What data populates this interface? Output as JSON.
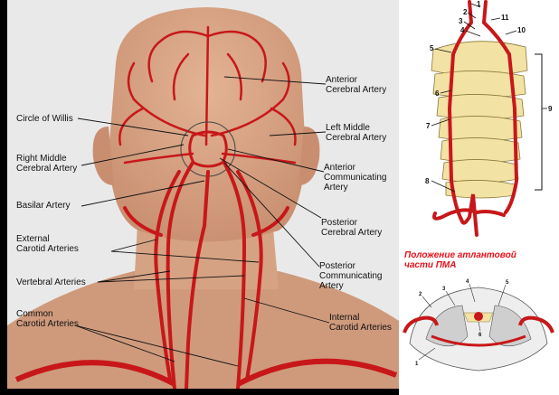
{
  "labels": {
    "circle_of_willis": "Circle of Willis",
    "right_middle_cerebral": "Right Middle\nCerebral Artery",
    "basilar": "Basilar Artery",
    "external_carotid": "External\nCarotid Arteries",
    "vertebral": "Vertebral Arteries",
    "common_carotid": "Common\nCarotid Arteries",
    "anterior_cerebral": "Anterior\nCerebral Artery",
    "left_middle_cerebral": "Left Middle\nCerebral Artery",
    "anterior_communicating": "Anterior\nCommunicating\nArtery",
    "posterior_cerebral": "Posterior\nCerebral Artery",
    "posterior_communicating": "Posterior\nCommunicating\nArtery",
    "internal_carotid": "Internal\nCarotid Arteries"
  },
  "spine_numbers": [
    "1",
    "2",
    "3",
    "4",
    "5",
    "6",
    "7",
    "8",
    "9",
    "10",
    "11"
  ],
  "atlas_numbers": [
    "1",
    "2",
    "3",
    "4",
    "5",
    "6"
  ],
  "caption_ru": "Положение атлантовой\nчасти ПМА",
  "colors": {
    "artery": "#c8171a",
    "skin": "#d8a080",
    "bone": "#f2e2a4",
    "caption": "#e8101a"
  }
}
